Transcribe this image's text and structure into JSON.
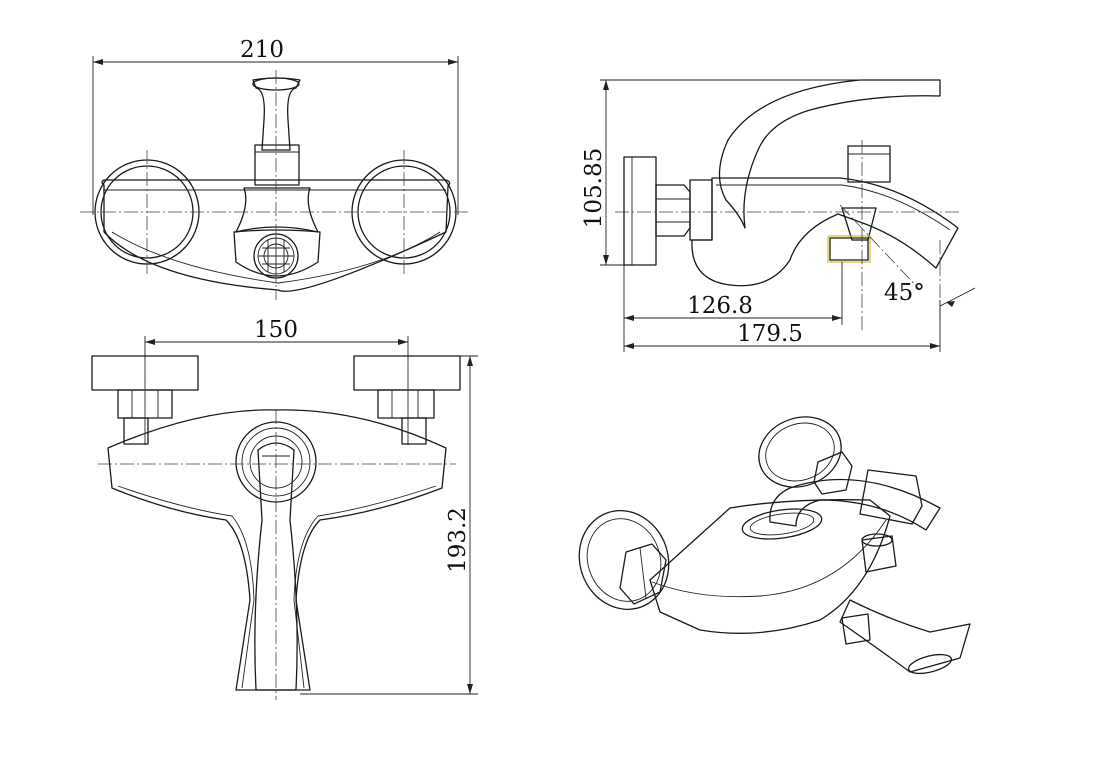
{
  "dimensions": {
    "width_top": "210",
    "height_side": "105.85",
    "spout_offset": "126.8",
    "total_depth": "179.5",
    "angle": "45°",
    "centers": "150",
    "height_front": "193.2"
  },
  "colors": {
    "line": "#1a1a1a",
    "accent": "#c8b400"
  }
}
